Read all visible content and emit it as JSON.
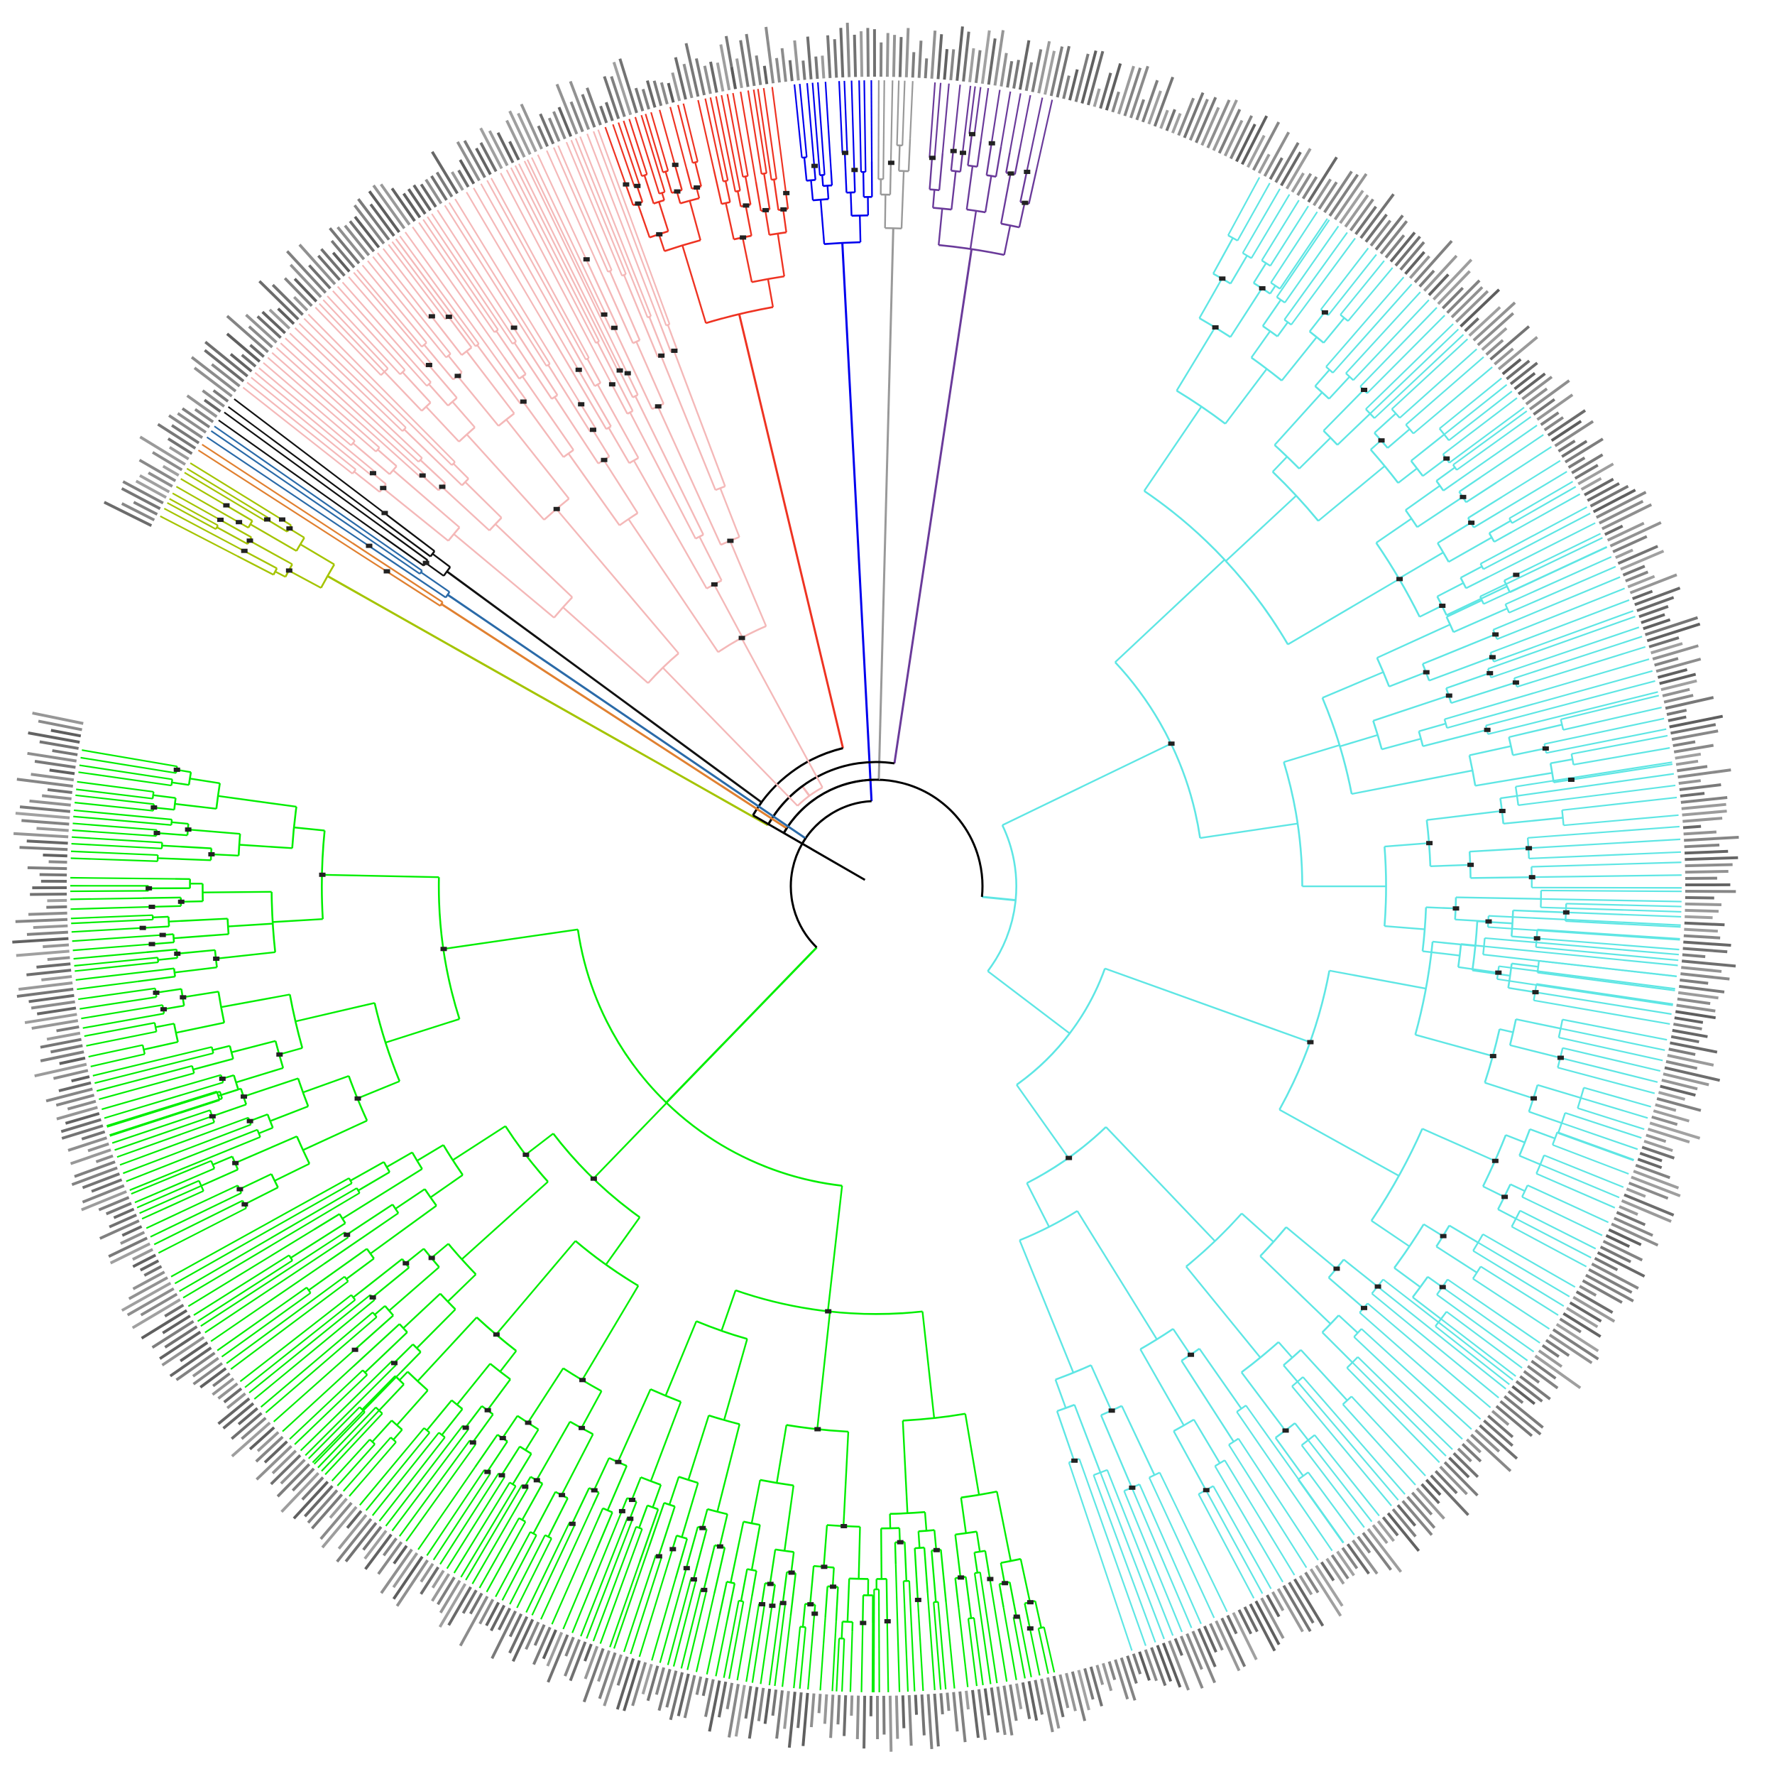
{
  "figure": {
    "type": "circular-phylogenetic-tree",
    "background": "#ffffff",
    "label_band_color": "#555555",
    "support_marker_color": "#222222"
  },
  "clades": [
    {
      "id": "green",
      "color": "#00ee00",
      "tips": 190,
      "start_deg": 167,
      "end_deg": 280,
      "node_r": 0.39,
      "depth": 6
    },
    {
      "id": "cyan",
      "color": "#5ee6e4",
      "tips": 176,
      "start_deg": 28,
      "end_deg": 162,
      "node_r": 0.16,
      "depth": 6
    },
    {
      "id": "pink",
      "color": "#f4b8b8",
      "tips": 70,
      "start_deg": 308,
      "end_deg": 340,
      "node_r": 0.12,
      "depth": 5
    },
    {
      "id": "red",
      "color": "#ee3322",
      "tips": 26,
      "start_deg": 340,
      "end_deg": 353,
      "node_r": 0.8,
      "depth": 4
    },
    {
      "id": "blue",
      "color": "#0000ee",
      "tips": 12,
      "start_deg": 354,
      "end_deg": 360,
      "node_r": 0.88,
      "depth": 3
    },
    {
      "id": "gray",
      "color": "#999999",
      "tips": 6,
      "start_deg": 360,
      "end_deg": 363,
      "node_r": 0.9,
      "depth": 2
    },
    {
      "id": "purple",
      "color": "#6a3a9a",
      "tips": 14,
      "start_deg": 364,
      "end_deg": 373,
      "node_r": 0.88,
      "depth": 3
    },
    {
      "id": "black-a",
      "color": "#111111",
      "tips": 4,
      "start_deg": 305,
      "end_deg": 307.5,
      "node_r": 0.72,
      "depth": 2
    },
    {
      "id": "steel",
      "color": "#2a6aa8",
      "tips": 3,
      "start_deg": 303.5,
      "end_deg": 305,
      "node_r": 0.7,
      "depth": 1
    },
    {
      "id": "orange",
      "color": "#e08030",
      "tips": 2,
      "start_deg": 302.5,
      "end_deg": 303.5,
      "node_r": 0.7,
      "depth": 1
    },
    {
      "id": "olive",
      "color": "#a4c400",
      "tips": 10,
      "start_deg": 297,
      "end_deg": 302,
      "node_r": 0.86,
      "depth": 3
    }
  ]
}
